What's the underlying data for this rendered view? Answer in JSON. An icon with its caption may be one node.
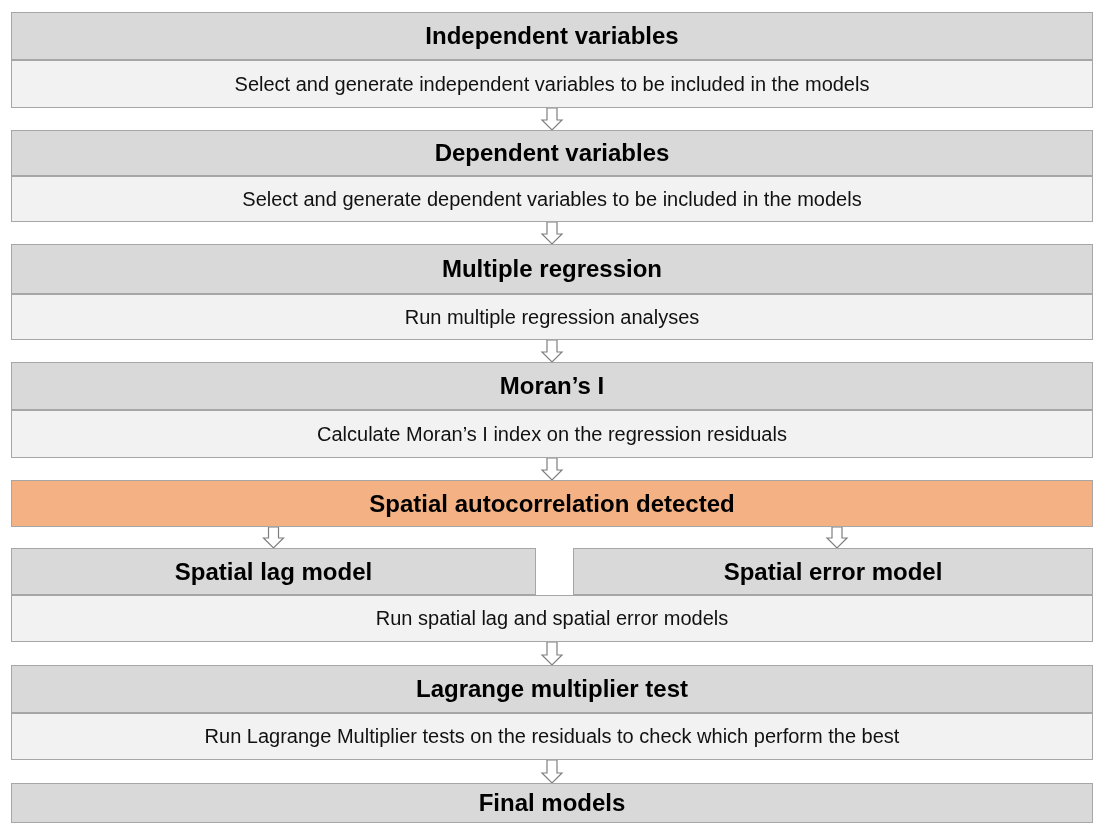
{
  "diagram": {
    "nodes": [
      {
        "text": [
          "Independent variables"
        ]
      },
      {
        "text": [
          "Select and generate independent variables to be included in the models"
        ]
      },
      {
        "text": [
          "Dependent variables"
        ]
      },
      {
        "text": [
          "Select and generate dependent variables to be included in the models"
        ]
      },
      {
        "text": [
          "Multiple regression"
        ]
      },
      {
        "text": [
          "Run multiple regression analyses"
        ]
      },
      {
        "text": [
          "Moran’s I"
        ]
      },
      {
        "text": [
          "Calculate Moran’s I index on the regression residuals"
        ]
      },
      {
        "text": [
          "Spatial autocorrelation detected"
        ]
      },
      {
        "text": [
          "Spatial lag model"
        ]
      },
      {
        "text": [
          "Spatial error model"
        ]
      },
      {
        "text": [
          "Run spatial lag and spatial error models"
        ]
      },
      {
        "text": [
          "Lagrange multiplier test"
        ]
      },
      {
        "text": [
          "Run Lagrange Multiplier tests on the residuals to check which perform the best"
        ]
      },
      {
        "text": [
          "Final models"
        ]
      }
    ],
    "edges": [
      {
        "from": 1,
        "to": 2,
        "arrow": "to"
      },
      {
        "from": 3,
        "to": 4,
        "arrow": "to"
      },
      {
        "from": 5,
        "to": 6,
        "arrow": "to"
      },
      {
        "from": 7,
        "to": 8,
        "arrow": "to"
      },
      {
        "from": 8,
        "to": 9,
        "arrow": "to"
      },
      {
        "from": 8,
        "to": 10,
        "arrow": "to"
      },
      {
        "from": 11,
        "to": 12,
        "arrow": "to"
      },
      {
        "from": 13,
        "to": 14,
        "arrow": "to"
      }
    ]
  }
}
